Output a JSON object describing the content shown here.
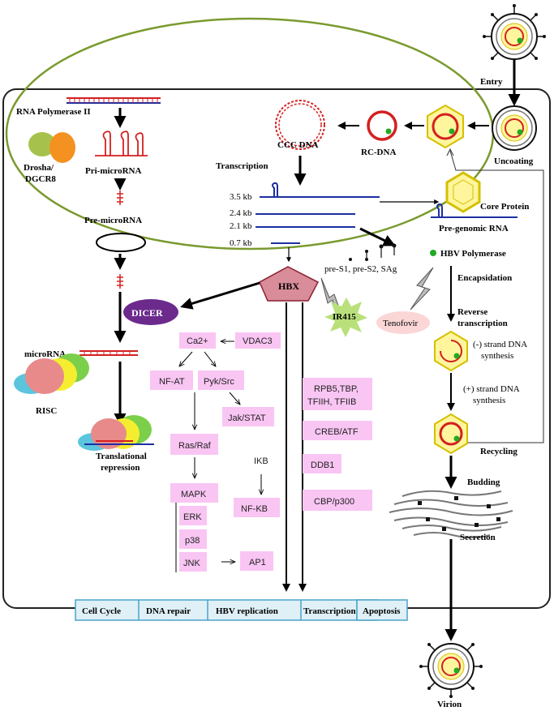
{
  "labels": {
    "entry": "Entry",
    "uncoating": "Uncoating",
    "rc_dna": "RC-DNA",
    "ccc_dna": "CCC DNA",
    "transcription": "Transcription",
    "kb_35": "3.5 kb",
    "kb_24": "2.4 kb",
    "kb_21": "2.1 kb",
    "kb_07": "0.7 kb",
    "core_protein": "Core Protein",
    "pregenomic_rna": "Pre-genomic RNA",
    "hbv_polymerase": "HBV Polymerase",
    "pre_s": "pre-S1, pre-S2, SAg",
    "encapsidation": "Encapsidation",
    "reverse_transcription_1": "Reverse",
    "reverse_transcription_2": "transcription",
    "minus_strand_1": "(-) strand DNA",
    "minus_strand_2": "synthesis",
    "plus_strand_1": "(+) strand DNA",
    "plus_strand_2": "synthesis",
    "recycling": "Recycling",
    "budding": "Budding",
    "secretion": "Secretion",
    "virion": "Virion",
    "rna_pol": "RNA Polymerase II",
    "drosha_1": "Drosha/",
    "drosha_2": "DGCR8",
    "pri_mirna": "Pri-microRNA",
    "pre_mirna": "Pre-microRNA",
    "dicer": "DICER",
    "microrna": "microRNA",
    "risc": "RISC",
    "transl_1": "Translational",
    "transl_2": "repression",
    "hbx": "HBX",
    "ir415": "IR415",
    "tenofovir": "Tenofovir"
  },
  "pathway": {
    "ca2": "Ca2+",
    "vdac3": "VDAC3",
    "nfat": "NF-AT",
    "pyk": "Pyk/Src",
    "jak": "Jak/STAT",
    "rasraf": "Ras/Raf",
    "ikb": "IKB",
    "mapk": "MAPK",
    "erk": "ERK",
    "p38": "p38",
    "jnk": "JNK",
    "nfkb": "NF-KB",
    "ap1": "AP1"
  },
  "tf": {
    "rpb5_1": "RPB5,TBP,",
    "rpb5_2": "TFIIH, TFIIB",
    "creb": "CREB/ATF",
    "ddb1": "DDB1",
    "cbp": "CBP/p300"
  },
  "outcomes": [
    "Cell Cycle",
    "DNA repair",
    "HBV replication",
    "Transcription",
    "Apoptosis"
  ],
  "colors": {
    "pink_box": "#f9c5f3",
    "nucleus_border": "#7a9a2e",
    "hbx_fill": "#d98c9a",
    "dicer_fill": "#6b2a8c",
    "ir415_fill": "#b9e07a",
    "outcome_fill": "#dff0f7",
    "outcome_border": "#4aa3c8",
    "dna_red": "#d42020",
    "rna_blue": "#1d2fa0"
  }
}
